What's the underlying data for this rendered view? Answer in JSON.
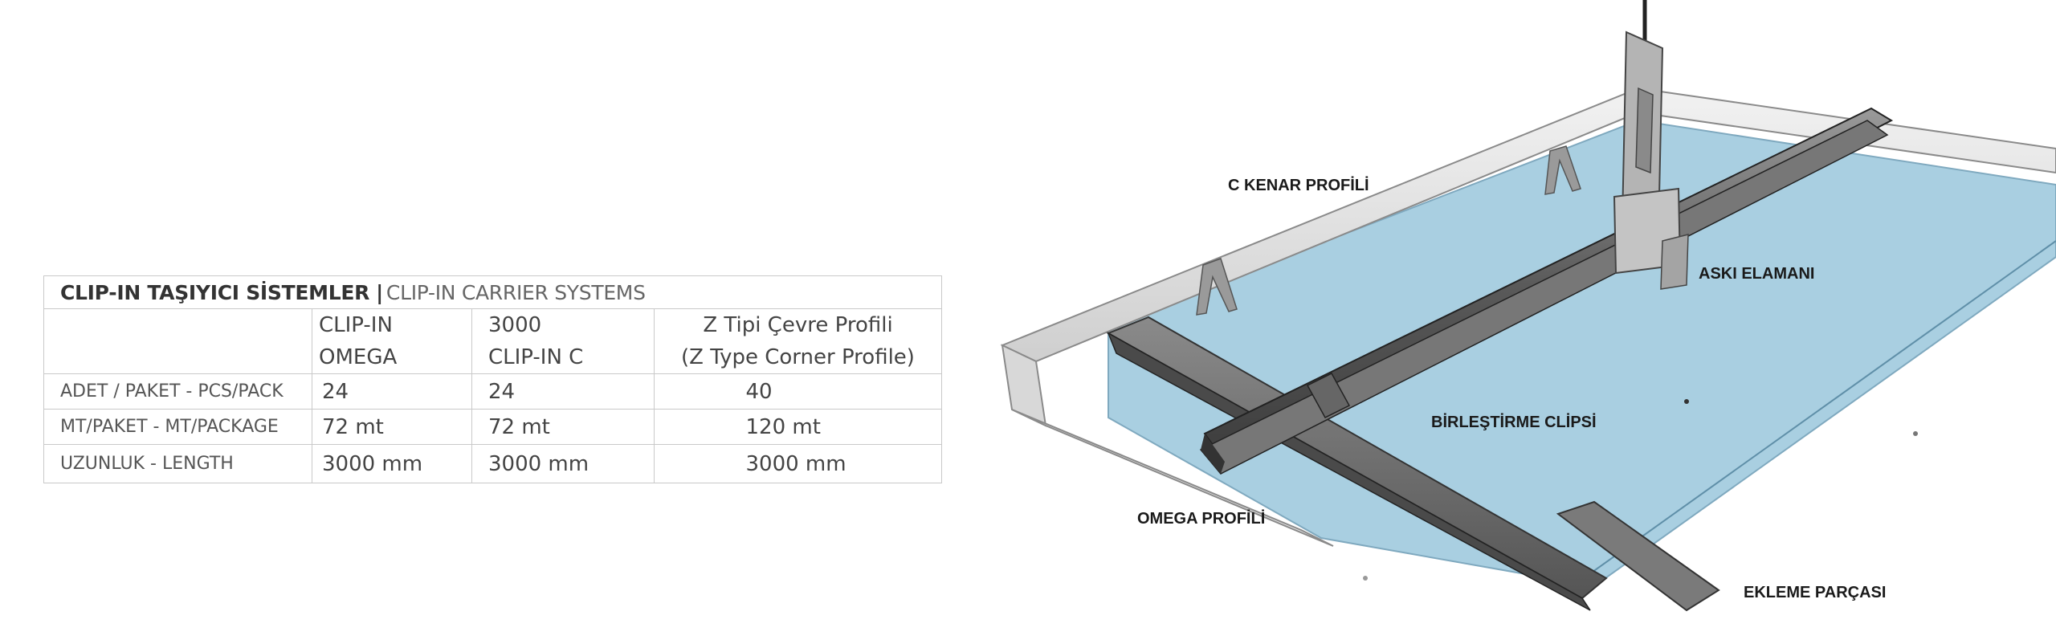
{
  "table": {
    "title_bold": "CLIP-IN TAŞIYICI SİSTEMLER",
    "title_separator": "|",
    "title_light": "CLIP-IN CARRIER SYSTEMS",
    "headers": [
      {
        "line1": "CLIP-IN",
        "line2": "OMEGA"
      },
      {
        "line1": "3000",
        "line2": "CLIP-IN C"
      },
      {
        "line1": "Z Tipi Çevre  Profili",
        "line2": "(Z Type Corner Profile)"
      }
    ],
    "rows": [
      {
        "label": "ADET / PAKET - PCS/PACK",
        "values": [
          "24",
          "24",
          "40"
        ]
      },
      {
        "label": "MT/PAKET - MT/PACKAGE",
        "values": [
          "72 mt",
          "72 mt",
          "120 mt"
        ]
      },
      {
        "label": "UZUNLUK - LENGTH",
        "values": [
          "3000 mm",
          "3000 mm",
          "3000 mm"
        ]
      }
    ]
  },
  "diagram": {
    "labels": {
      "c_kenar": "C KENAR PROFİLİ",
      "aski": "ASKI ELAMANI",
      "birlestirme": "BİRLEŞTİRME CLİPSİ",
      "omega": "OMEGA PROFİLİ",
      "ekleme": "EKLEME PARÇASI"
    },
    "colors": {
      "panel_blue": "#a9cfe1",
      "profile_dark": "#6f6f6f",
      "frame_light": "#e6e6e6"
    }
  }
}
